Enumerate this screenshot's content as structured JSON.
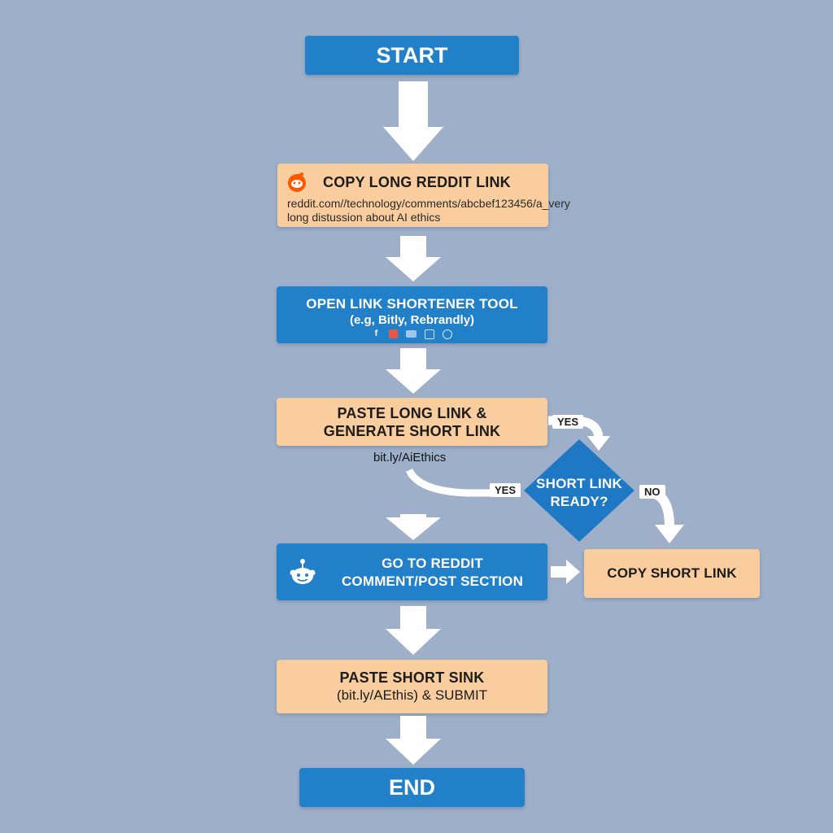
{
  "nodes": {
    "start": {
      "label": "START"
    },
    "copy_long": {
      "title": "COPY LONG REDDIT LINK",
      "url_line1": "reddit.com//technology/comments/abcbef123456/a_very",
      "url_line2": "long distussion about AI ethics",
      "icon": "reddit-icon"
    },
    "open_tool": {
      "line1": "OPEN LINK SHORTENER TOOL",
      "line2": "(e.g, Bitly, Rebrandly)",
      "icons": [
        "facebook-icon",
        "app-icon",
        "badge-icon",
        "puzzle-icon",
        "globe-icon"
      ]
    },
    "paste_generate": {
      "line1": "PASTE LONG LINK &",
      "line2": "GENERATE SHORT LINK",
      "output": "bit.ly/AiEthics"
    },
    "decision": {
      "line1": "SHORT LINK",
      "line2": "READY?"
    },
    "goto_reddit": {
      "line1": "GO TO REDDIT",
      "line2": "COMMENT/POST SECTION",
      "icon": "reddit-icon"
    },
    "copy_short": {
      "label": "COPY SHORT LINK"
    },
    "paste_submit": {
      "line1": "PASTE SHORT SINK",
      "line2": "(bit.ly/AEthis) & SUBMIT"
    },
    "end": {
      "label": "END"
    }
  },
  "edges": {
    "yes_top": "YES",
    "yes_left": "YES",
    "no_right": "NO"
  },
  "colors": {
    "background": "#9eb0c9",
    "blue_box": "#2280c8",
    "peach_box": "#f9cd9e",
    "decision": "#1e78c4",
    "arrow": "#ffffff",
    "reddit_orange": "#ff5700"
  }
}
